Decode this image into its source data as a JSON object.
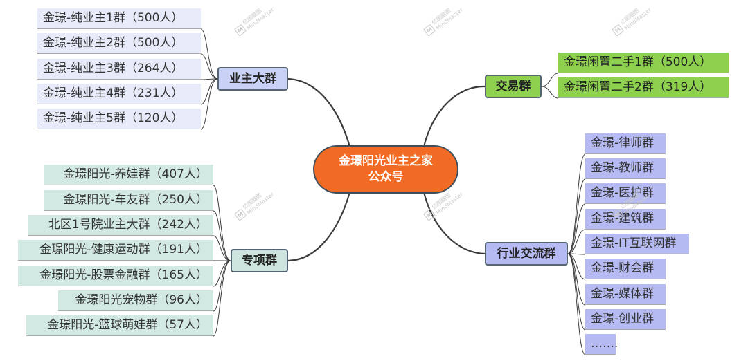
{
  "center": {
    "line1": "金璟阳光业主之家",
    "line2": "公众号"
  },
  "branches": {
    "owner": {
      "label": "业主大群",
      "items": [
        "金璟-纯业主1群（500人）",
        "金璟-纯业主2群（500人）",
        "金璟-纯业主3群（264人）",
        "金璟-纯业主4群（231人）",
        "金璟-纯业主5群（120人）"
      ]
    },
    "special": {
      "label": "专项群",
      "items": [
        "金璟阳光-养娃群（407人）",
        "金璟阳光-车友群（250人）",
        "北区1号院业主大群（242人）",
        "金璟阳光-健康运动群（191人）",
        "金璟阳光-股票金融群（165人）",
        "金璟阳光宠物群（96人）",
        "金璟阳光-篮球萌娃群（57人）"
      ]
    },
    "trade": {
      "label": "交易群",
      "items": [
        "金璟闲置二手1群（500人）",
        "金璟闲置二手2群（319人）"
      ]
    },
    "industry": {
      "label": "行业交流群",
      "items": [
        "金璟-律师群",
        "金璟-教师群",
        "金璟-医护群",
        "金璟-建筑群",
        "金璟-IT互联网群",
        "金璟-财会群",
        "金璟-媒体群",
        "金璟-创业群",
        "……."
      ]
    }
  },
  "watermark": {
    "line1": "亿图脑图",
    "line2": "MindMaster"
  },
  "colors": {
    "center_fill": "#f26b24",
    "owner_fill": "#e6eaf9",
    "special_fill": "#d2e8e3",
    "trade_fill": "#8ed14f",
    "industry_fill": "#b5baf2",
    "connector": "#3a3a3a"
  }
}
